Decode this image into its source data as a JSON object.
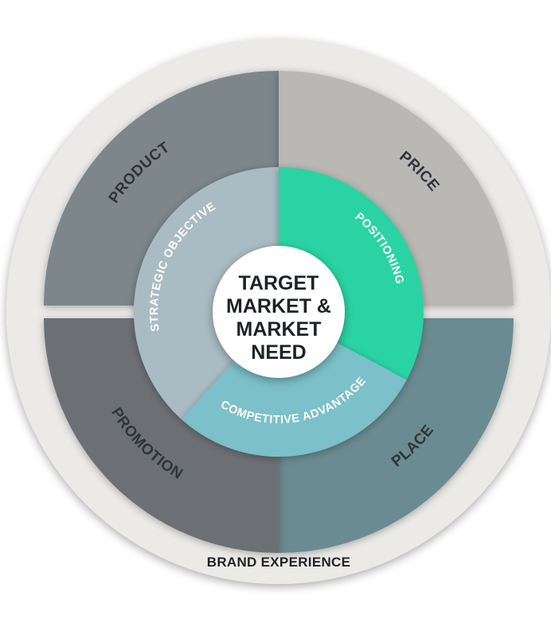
{
  "outer_ring": {
    "label": "BRAND EXPERIENCE"
  },
  "quadrants": [
    {
      "label": "PRODUCT",
      "color": "#7b868b"
    },
    {
      "label": "PRICE",
      "color": "#b9b8b4"
    },
    {
      "label": "PLACE",
      "color": "#6a8b91"
    },
    {
      "label": "PROMOTION",
      "color": "#6c6f75"
    }
  ],
  "middle_ring": [
    {
      "label": "STRATEGIC OBJECTIVE",
      "color": "#a9bcc3"
    },
    {
      "label": "POSITIONING",
      "color": "#2bd3a3"
    },
    {
      "label": "COMPETITIVE ADVANTAGE",
      "color": "#7cc0c9"
    }
  ],
  "center": {
    "lines": [
      "TARGET",
      "MARKET &",
      "MARKET",
      "NEED"
    ]
  },
  "colors": {
    "outer_ring": "#ebeae7",
    "center": "#ffffff"
  }
}
